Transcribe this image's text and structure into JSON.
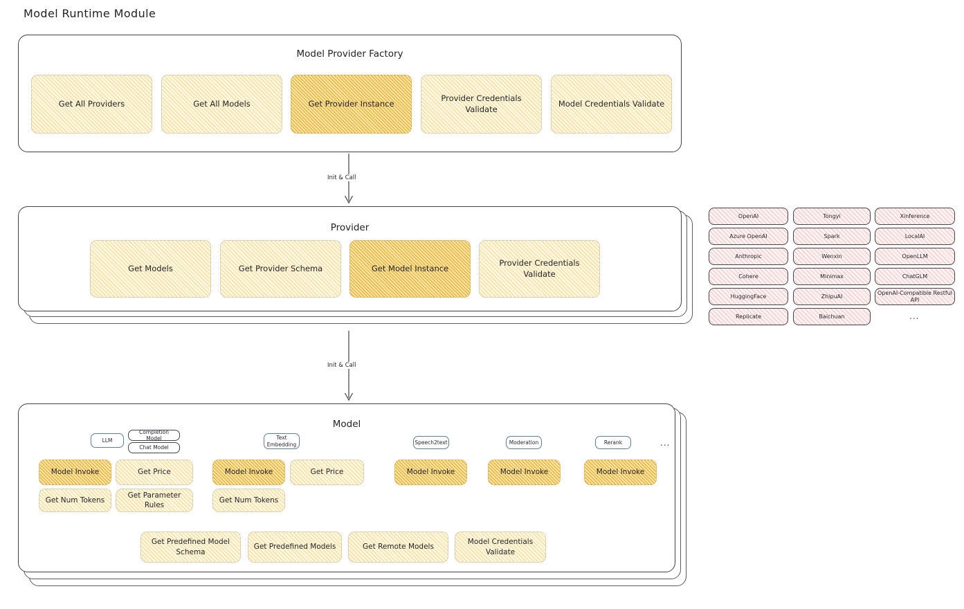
{
  "title": "Model Runtime Module",
  "sections": {
    "factory": {
      "title": "Model Provider Factory",
      "nodes": [
        {
          "label": "Get All Providers",
          "highlight": false
        },
        {
          "label": "Get All Models",
          "highlight": false
        },
        {
          "label": "Get Provider Instance",
          "highlight": true
        },
        {
          "label": "Provider Credentials Validate",
          "highlight": false
        },
        {
          "label": "Model Credentials Validate",
          "highlight": false
        }
      ]
    },
    "provider": {
      "title": "Provider",
      "nodes": [
        {
          "label": "Get Models",
          "highlight": false
        },
        {
          "label": "Get Provider Schema",
          "highlight": false
        },
        {
          "label": "Get Model Instance",
          "highlight": true
        },
        {
          "label": "Provider Credentials Validate",
          "highlight": false
        }
      ]
    },
    "model": {
      "title": "Model",
      "types": [
        {
          "badge": "LLM",
          "sub_badges": [
            "Completion Model",
            "Chat Model"
          ],
          "methods": [
            "Model Invoke",
            "Get Price",
            "Get Num Tokens",
            "Get Parameter Rules"
          ]
        },
        {
          "badge": "Text Embedding",
          "sub_badges": [],
          "methods": [
            "Model Invoke",
            "Get Price",
            "Get Num Tokens"
          ]
        },
        {
          "badge": "Speech2text",
          "sub_badges": [],
          "methods": [
            "Model Invoke"
          ]
        },
        {
          "badge": "Moderation",
          "sub_badges": [],
          "methods": [
            "Model Invoke"
          ]
        },
        {
          "badge": "Rerank",
          "sub_badges": [],
          "methods": [
            "Model Invoke"
          ]
        }
      ],
      "types_overflow": "...",
      "common_methods": [
        "Get Predefined Model Schema",
        "Get Predefined Models",
        "Get Remote Models",
        "Model Credentials Validate"
      ]
    }
  },
  "connectors": [
    {
      "label": "Init & Call"
    },
    {
      "label": "Init & Call"
    }
  ],
  "provider_list": {
    "columns": [
      [
        "OpenAI",
        "Azure OpenAI",
        "Anthropic",
        "Cohere",
        "HuggingFace",
        "Replicate"
      ],
      [
        "Tongyi",
        "Spark",
        "Wenxin",
        "Minimax",
        "ZhipuAI",
        "Baichuan"
      ],
      [
        "Xinference",
        "LocalAI",
        "OpenLLM",
        "ChatGLM",
        "OpenAI-Compatible Restful API"
      ]
    ],
    "overflow": "..."
  },
  "colors": {
    "node_fill": "#fdf6e0",
    "node_fill_highlight": "#fbe6b0",
    "chip_fill": "#fdf1f1",
    "badge_fill_active": "#eef5fc",
    "stroke": "#3f4045"
  }
}
